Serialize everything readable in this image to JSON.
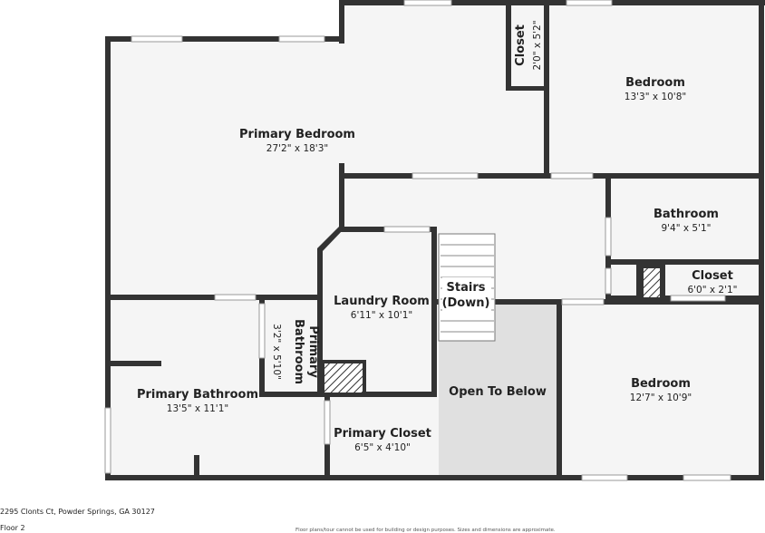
{
  "rooms": {
    "primary_bedroom": {
      "name": "Primary Bedroom",
      "dims": "27'2\" x 18'3\""
    },
    "bedroom_top": {
      "name": "Bedroom",
      "dims": "13'3\" x 10'8\""
    },
    "closet_top": {
      "name": "Closet",
      "dims": "2'0\" x 5'2\""
    },
    "bathroom": {
      "name": "Bathroom",
      "dims": "9'4\" x 5'1\""
    },
    "closet_right": {
      "name": "Closet",
      "dims": "6'0\" x 2'1\""
    },
    "laundry": {
      "name": "Laundry Room",
      "dims": "6'11\" x 10'1\""
    },
    "stairs": {
      "line1": "Stairs",
      "line2": "(Down)"
    },
    "primary_bathroom_small": {
      "line1": "Primary",
      "line2": "Bathroom",
      "dims": "3'2\" x 5'10\""
    },
    "primary_bathroom": {
      "name": "Primary Bathroom",
      "dims": "13'5\" x 11'1\""
    },
    "open_to_below": {
      "name": "Open To Below"
    },
    "primary_closet": {
      "name": "Primary Closet",
      "dims": "6'5\" x 4'10\""
    },
    "bedroom_bottom": {
      "name": "Bedroom",
      "dims": "12'7\" x 10'9\""
    }
  },
  "footer": {
    "address": "2295 Clonts Ct, Powder Springs, GA 30127",
    "floor": "Floor 2",
    "disclaimer": "Floor plans/tour cannot be used for building or design purposes. Sizes and dimensions are approximate."
  }
}
